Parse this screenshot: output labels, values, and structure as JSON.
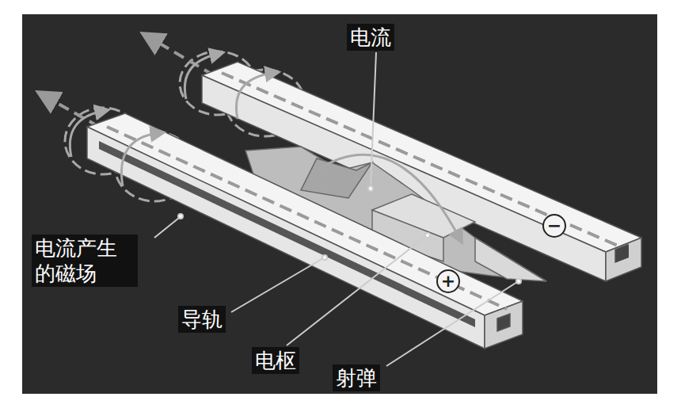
{
  "diagram": {
    "labels": [
      "电流",
      "电流产生 的磁场",
      "导轨",
      "电枢",
      "射弹",
      "−",
      "+"
    ]
  }
}
